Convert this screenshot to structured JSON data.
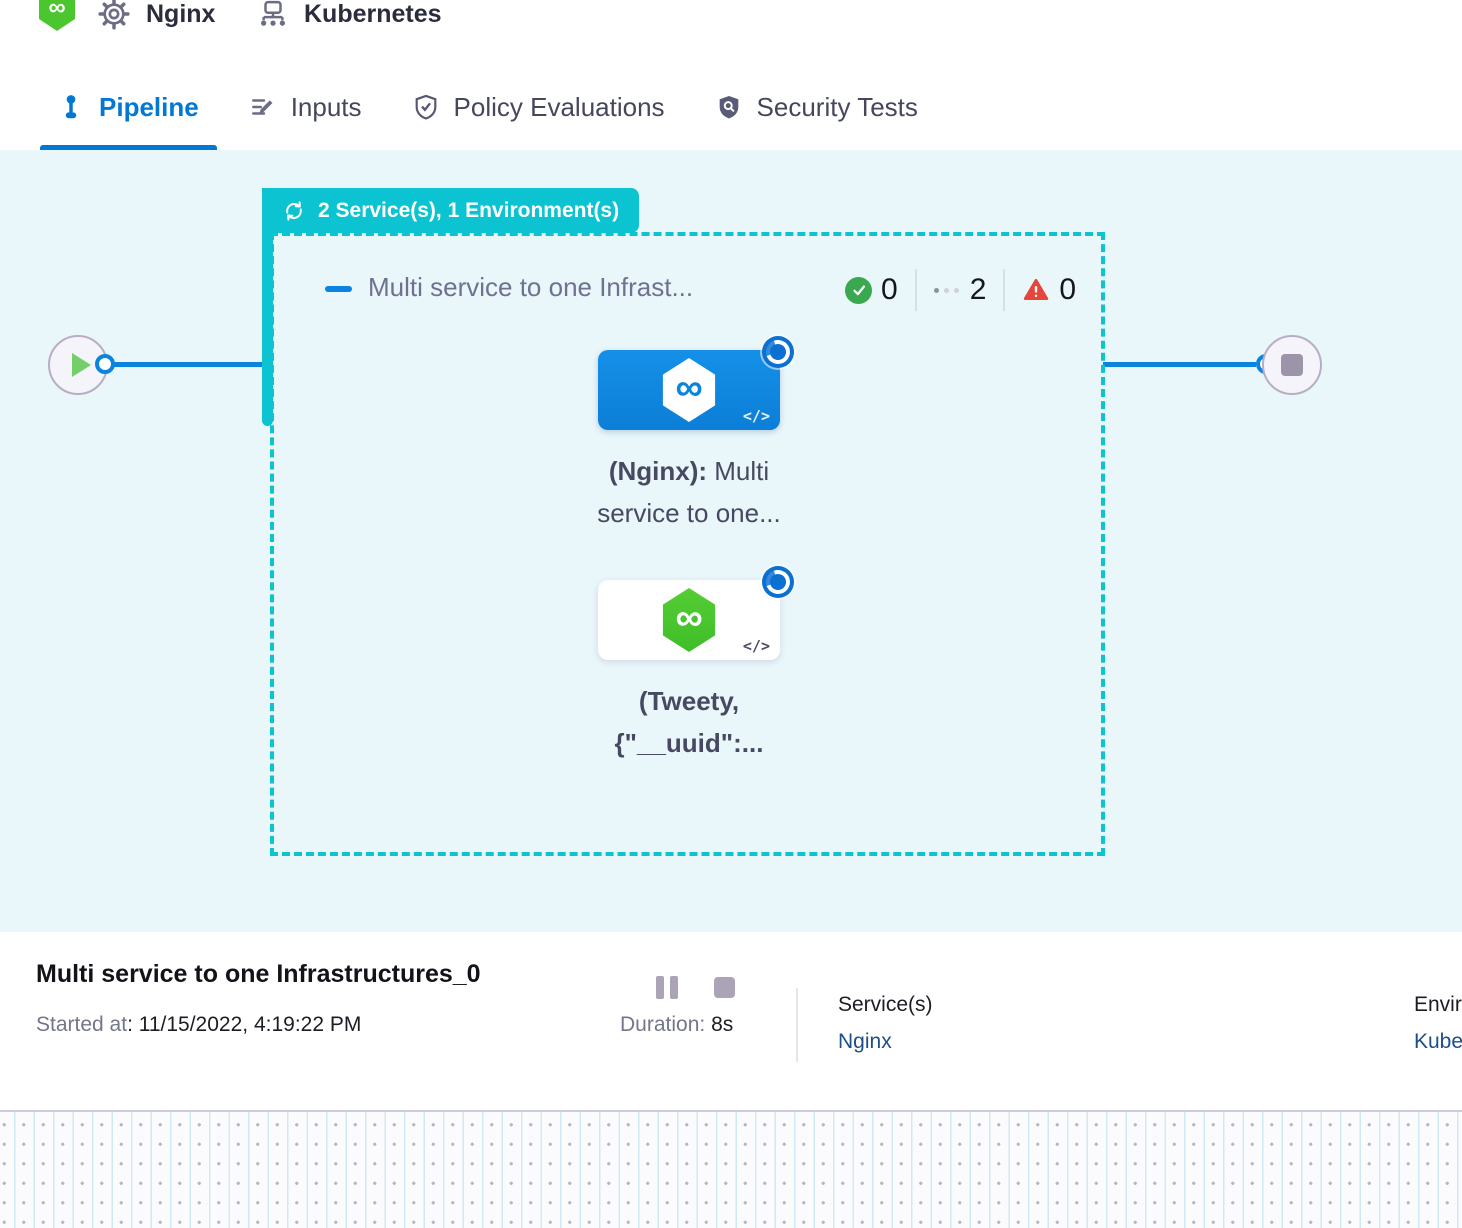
{
  "colors": {
    "teal": "#0bc3d1",
    "blue": "#0b84e0",
    "blue-dark": "#0a70d2",
    "brand-blue": "#0278d5",
    "green": "#4cc62e",
    "success": "#3aa84e",
    "error": "#e6453c",
    "link": "#1d4e89",
    "canvas": "#e9f6fa"
  },
  "header": {
    "service_name": "Nginx",
    "infra_name": "Kubernetes"
  },
  "tabs": [
    {
      "label": "Pipeline"
    },
    {
      "label": "Inputs"
    },
    {
      "label": "Policy Evaluations"
    },
    {
      "label": "Security Tests"
    }
  ],
  "stage": {
    "badge": "2 Service(s), 1 Environment(s)",
    "title": "Multi service to one Infrast...",
    "status": {
      "success": "0",
      "running": "2",
      "failed": "0"
    }
  },
  "nodes": [
    {
      "name_bold": "(Nginx):",
      "name_rest": " Multi",
      "subtitle": "service to one..."
    },
    {
      "line1": "(Tweety,",
      "line2": "{\"__uuid\":..."
    }
  ],
  "icons": {
    "code": "</>",
    "infinity": "∞"
  },
  "footer": {
    "title": "Multi service to one Infrastructures_0",
    "started_label": "Started at",
    "started_value": ": 11/15/2022, 4:19:22 PM",
    "duration_label": "Duration:",
    "duration_value": "8s",
    "services_label": "Service(s)",
    "services_value": "Nginx",
    "environments_label": "Environment(s)",
    "environments_value": "Kubernetes"
  }
}
